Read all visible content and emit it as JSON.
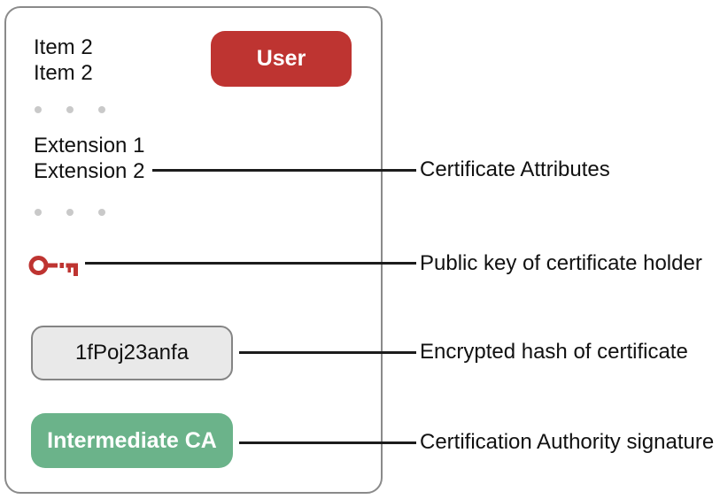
{
  "certificate_card": {
    "items": [
      "Item 2",
      "Item 2"
    ],
    "user_badge_label": "User",
    "extensions": [
      "Extension 1",
      "Extension 2"
    ],
    "hash_value": "1fPoj23anfa",
    "ca_badge_label": "Intermediate CA",
    "ellipsis_dot_count": 3
  },
  "annotations": [
    {
      "label": "Certificate Attributes"
    },
    {
      "label": "Public key of certificate holder"
    },
    {
      "label": "Encrypted hash of certificate"
    },
    {
      "label": "Certification Authority signature"
    }
  ],
  "icons": {
    "key_icon": "public-key"
  },
  "colors": {
    "user_badge_red": "#be3431",
    "key_red": "#be3431",
    "ca_badge_green": "#6bb38a",
    "hash_box_fill": "#e9e9e9",
    "border_gray": "#8a8a8a",
    "dot_gray": "#c9c9c9",
    "connector_black": "#1c1c1c",
    "text_black": "#111111",
    "background": "#ffffff"
  }
}
